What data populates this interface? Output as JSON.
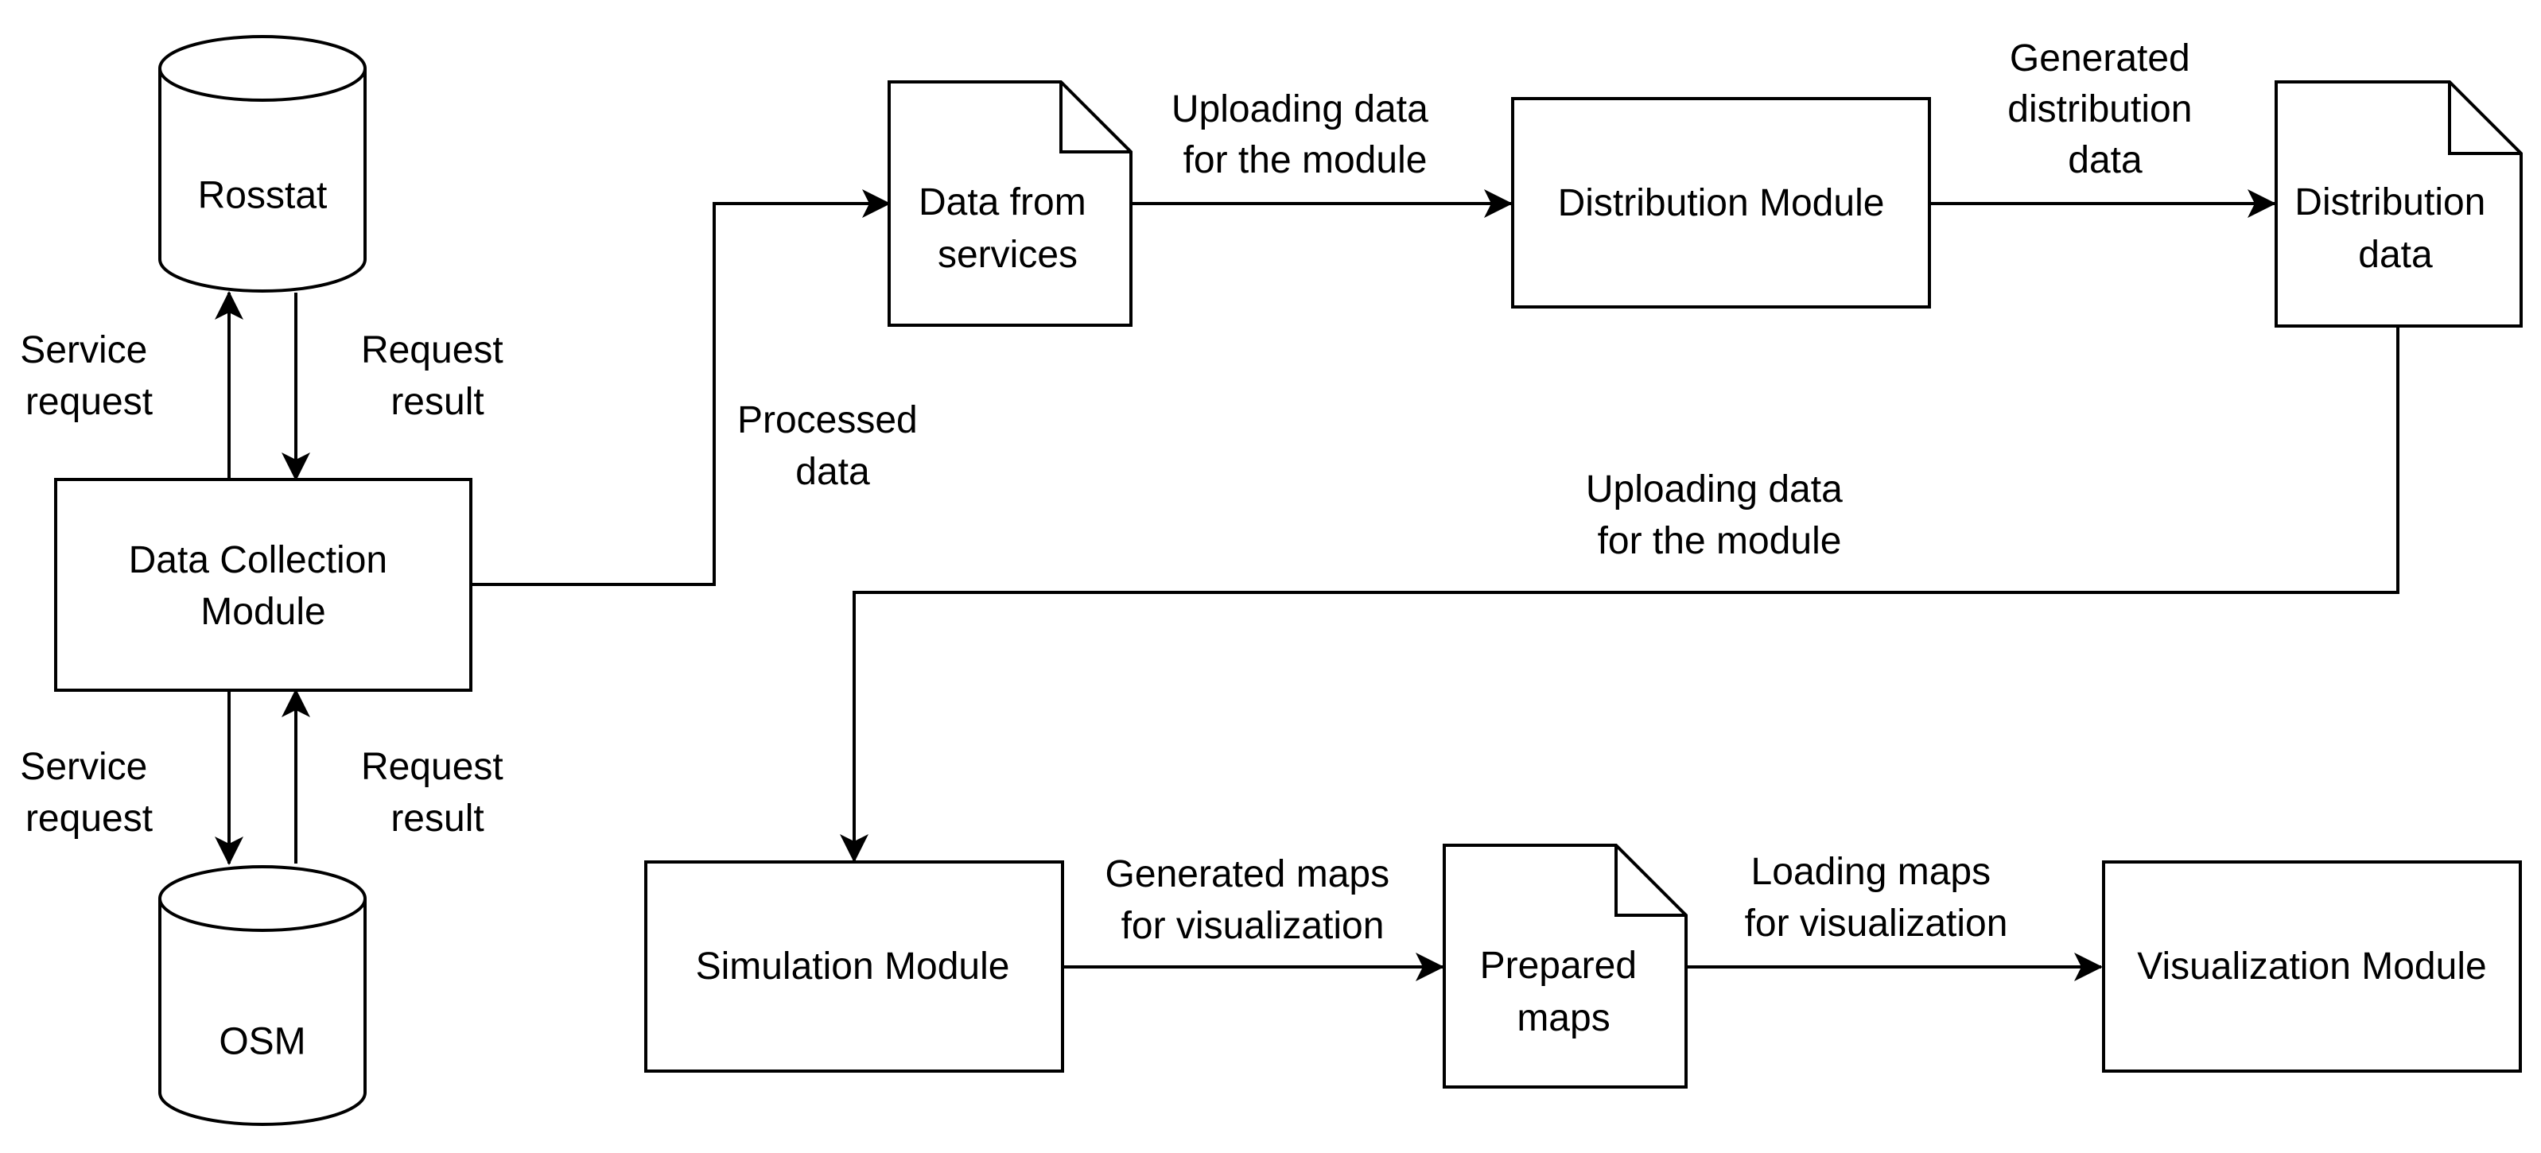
{
  "colors": {
    "stroke": "#000000",
    "fill": "#ffffff",
    "text": "#000000"
  },
  "nodes": {
    "rosstat": "Rosstat",
    "osm": "OSM",
    "data_collection": [
      "Data Collection",
      "Module"
    ],
    "data_from_services": [
      "Data from",
      "services"
    ],
    "distribution_module": "Distribution Module",
    "distribution_data": [
      "Distribution",
      "data"
    ],
    "simulation_module": "Simulation Module",
    "prepared_maps": [
      "Prepared",
      "maps"
    ],
    "visualization_module": "Visualization Module"
  },
  "edge_labels": {
    "service_request_top": [
      "Service",
      "request"
    ],
    "request_result_top": [
      "Request",
      "result"
    ],
    "service_request_bottom": [
      "Service",
      "request"
    ],
    "request_result_bottom": [
      "Request",
      "result"
    ],
    "processed_data": [
      "Processed",
      "data"
    ],
    "uploading_data_top": [
      "Uploading data",
      "for the module"
    ],
    "generated_distribution": [
      "Generated",
      "distribution",
      "data"
    ],
    "uploading_data_middle": [
      "Uploading data",
      "for the module"
    ],
    "generated_maps": [
      "Generated maps",
      "for visualization"
    ],
    "loading_maps": [
      "Loading maps",
      "for visualization"
    ]
  }
}
